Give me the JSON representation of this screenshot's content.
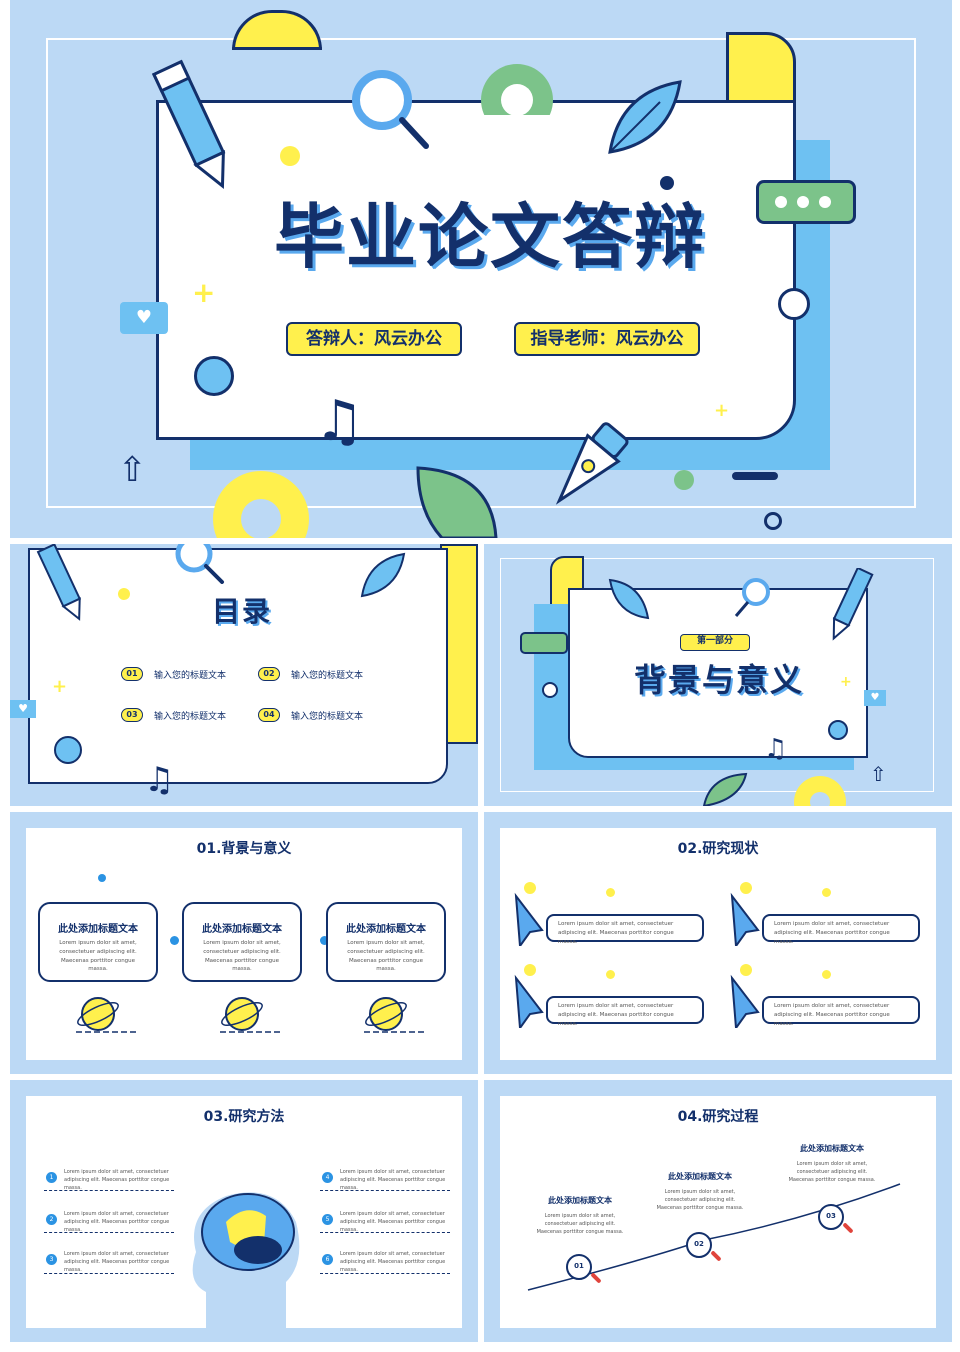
{
  "cover": {
    "title": "毕业论文答辩",
    "presenter": "答辩人：风云办公",
    "advisor": "指导老师：风云办公"
  },
  "toc": {
    "title": "目录",
    "items": [
      {
        "num": "01",
        "text": "输入您的标题文本"
      },
      {
        "num": "02",
        "text": "输入您的标题文本"
      },
      {
        "num": "03",
        "text": "输入您的标题文本"
      },
      {
        "num": "04",
        "text": "输入您的标题文本"
      }
    ]
  },
  "section1": {
    "tag": "第一部分",
    "title": "背景与意义"
  },
  "slide_bg": {
    "title": "01.背景与意义",
    "cards": [
      {
        "title": "此处添加标题文本",
        "body": "Lorem ipsum dolor sit amet, consectetuer adipiscing elit. Maecenas porttitor congue massa."
      },
      {
        "title": "此处添加标题文本",
        "body": "Lorem ipsum dolor sit amet, consectetuer adipiscing elit. Maecenas porttitor congue massa."
      },
      {
        "title": "此处添加标题文本",
        "body": "Lorem ipsum dolor sit amet, consectetuer adipiscing elit. Maecenas porttitor congue massa."
      }
    ]
  },
  "slide_status": {
    "title": "02.研究现状",
    "items": [
      "Lorem ipsum dolor sit amet, consectetuer adipiscing elit. Maecenas porttitor congue massa.",
      "Lorem ipsum dolor sit amet, consectetuer adipiscing elit. Maecenas porttitor congue massa.",
      "Lorem ipsum dolor sit amet, consectetuer adipiscing elit. Maecenas porttitor congue massa.",
      "Lorem ipsum dolor sit amet, consectetuer adipiscing elit. Maecenas porttitor congue massa."
    ]
  },
  "slide_method": {
    "title": "03.研究方法",
    "items": [
      {
        "num": "1",
        "text": "Lorem ipsum dolor sit amet, consectetuer adipiscing elit. Maecenas porttitor congue massa."
      },
      {
        "num": "2",
        "text": "Lorem ipsum dolor sit amet, consectetuer adipiscing elit. Maecenas porttitor congue massa."
      },
      {
        "num": "3",
        "text": "Lorem ipsum dolor sit amet, consectetuer adipiscing elit. Maecenas porttitor congue massa."
      },
      {
        "num": "4",
        "text": "Lorem ipsum dolor sit amet, consectetuer adipiscing elit. Maecenas porttitor congue massa."
      },
      {
        "num": "5",
        "text": "Lorem ipsum dolor sit amet, consectetuer adipiscing elit. Maecenas porttitor congue massa."
      },
      {
        "num": "6",
        "text": "Lorem ipsum dolor sit amet, consectetuer adipiscing elit. Maecenas porttitor congue massa."
      }
    ]
  },
  "slide_process": {
    "title": "04.研究过程",
    "steps": [
      {
        "num": "01",
        "title": "此处添加标题文本",
        "body": "Lorem ipsum dolor sit amet, consectetuer adipiscing elit. Maecenas porttitor congue massa."
      },
      {
        "num": "02",
        "title": "此处添加标题文本",
        "body": "Lorem ipsum dolor sit amet, consectetuer adipiscing elit. Maecenas porttitor congue massa."
      },
      {
        "num": "03",
        "title": "此处添加标题文本",
        "body": "Lorem ipsum dolor sit amet, consectetuer adipiscing elit. Maecenas porttitor congue massa."
      }
    ]
  },
  "colors": {
    "navy": "#13306b",
    "yellow": "#fff04d",
    "light_blue": "#bcd9f5",
    "mid_blue": "#5aa9ee"
  }
}
